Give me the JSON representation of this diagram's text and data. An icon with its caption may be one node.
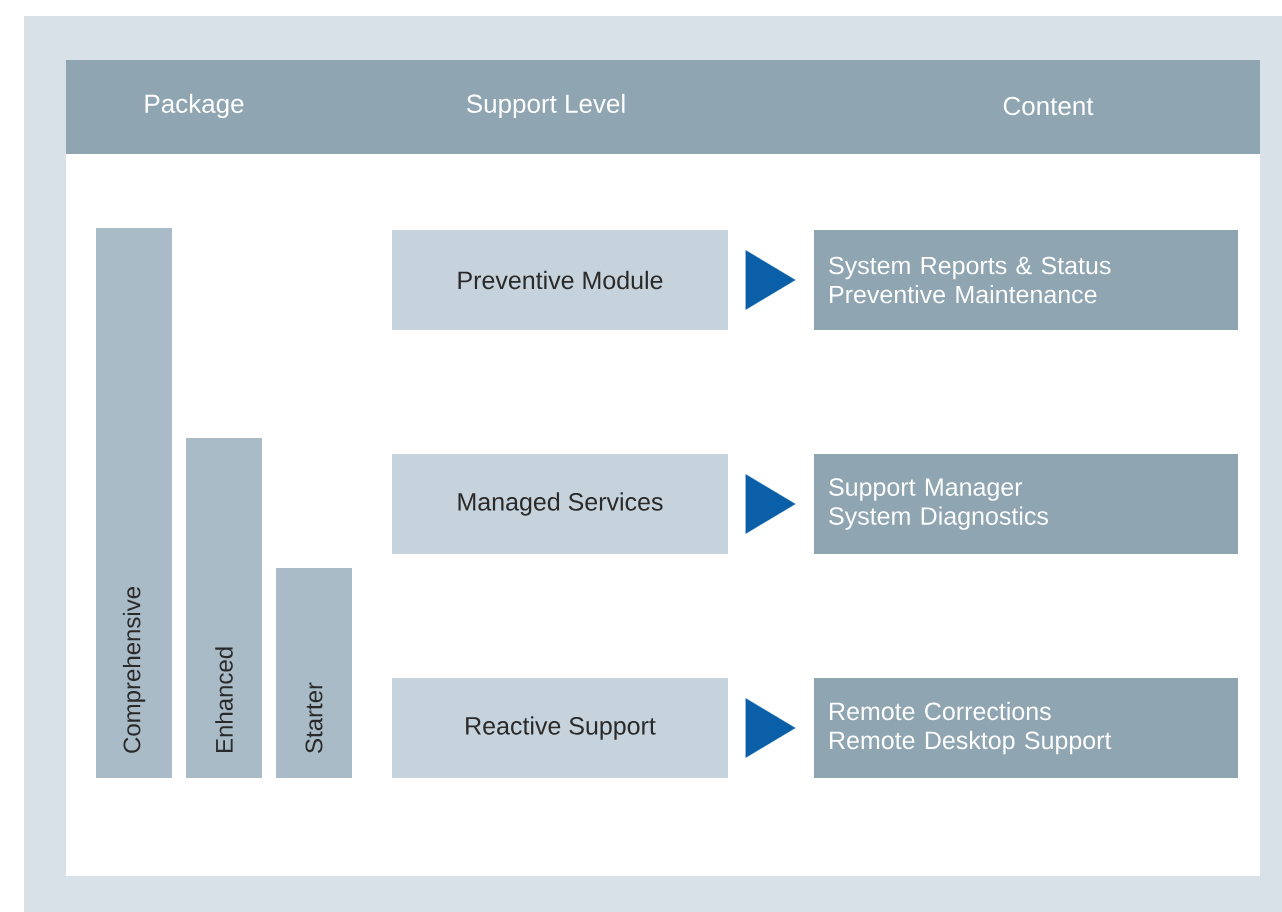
{
  "diagram": {
    "nodes": [
      {
        "text": [
          "Package",
          "Support Level",
          "Content"
        ]
      },
      {
        "text": [
          "Comprehensive"
        ]
      },
      {
        "text": [
          "Enhanced"
        ]
      },
      {
        "text": [
          "Starter"
        ]
      },
      {
        "text": [
          "Preventive Module"
        ]
      },
      {
        "text": [
          "System Reports & Status",
          "Preventive Maintenance"
        ]
      },
      {
        "text": [
          "Managed Services"
        ]
      },
      {
        "text": [
          "Support Manager",
          "System Diagnostics"
        ]
      },
      {
        "text": [
          "Reactive Support"
        ]
      },
      {
        "text": [
          "Remote Corrections",
          "Remote Desktop Support"
        ]
      }
    ],
    "edges": [
      {
        "from": 4,
        "to": 5,
        "arrow": "to"
      },
      {
        "from": 6,
        "to": 7,
        "arrow": "to"
      },
      {
        "from": 8,
        "to": 9,
        "arrow": "to"
      }
    ]
  }
}
